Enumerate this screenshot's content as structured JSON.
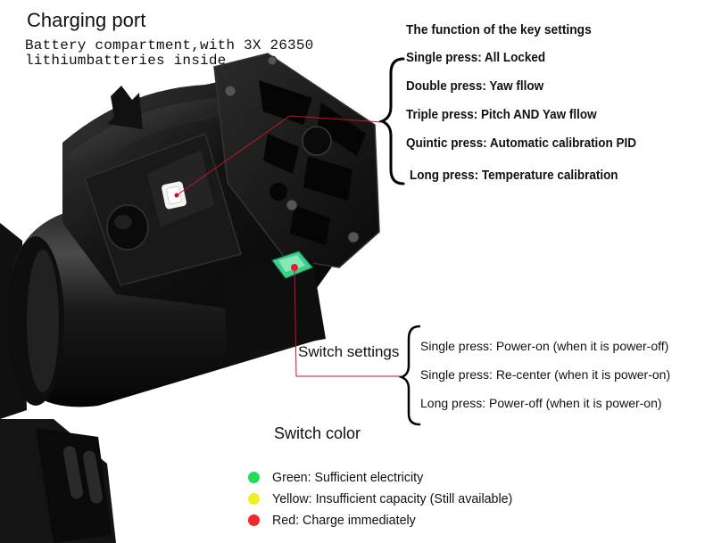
{
  "charging_port": "Charging port",
  "battery": {
    "line1": "Battery compartment,with 3X 26350",
    "line2": "lithiumbatteries inside"
  },
  "key_settings": {
    "heading": "The function of the key settings",
    "items": [
      "Single press:  All Locked",
      "Double press:  Yaw fllow",
      "Triple press:  Pitch AND Yaw fllow",
      "Quintic press: Automatic calibration PID",
      "Long press: Temperature calibration"
    ]
  },
  "switch_settings": {
    "label": "Switch settings",
    "items": [
      "Single press: Power-on (when it  is power-off)",
      "Single press: Re-center (when it is power-on)",
      "Long press: Power-off (when it is power-on)"
    ]
  },
  "switch_color": {
    "label": "Switch color",
    "legend": [
      {
        "color": "#22dd55",
        "text": "Green: Sufficient electricity"
      },
      {
        "color": "#f2ee22",
        "text": "Yellow: Insufficient capacity (Still available)"
      },
      {
        "color": "#ee2a2a",
        "text": "Red: Charge immediately"
      }
    ]
  },
  "colors": {
    "leader_line": "#c8102e",
    "device_body": "#141414",
    "switch_led": "#3ecf8e"
  }
}
